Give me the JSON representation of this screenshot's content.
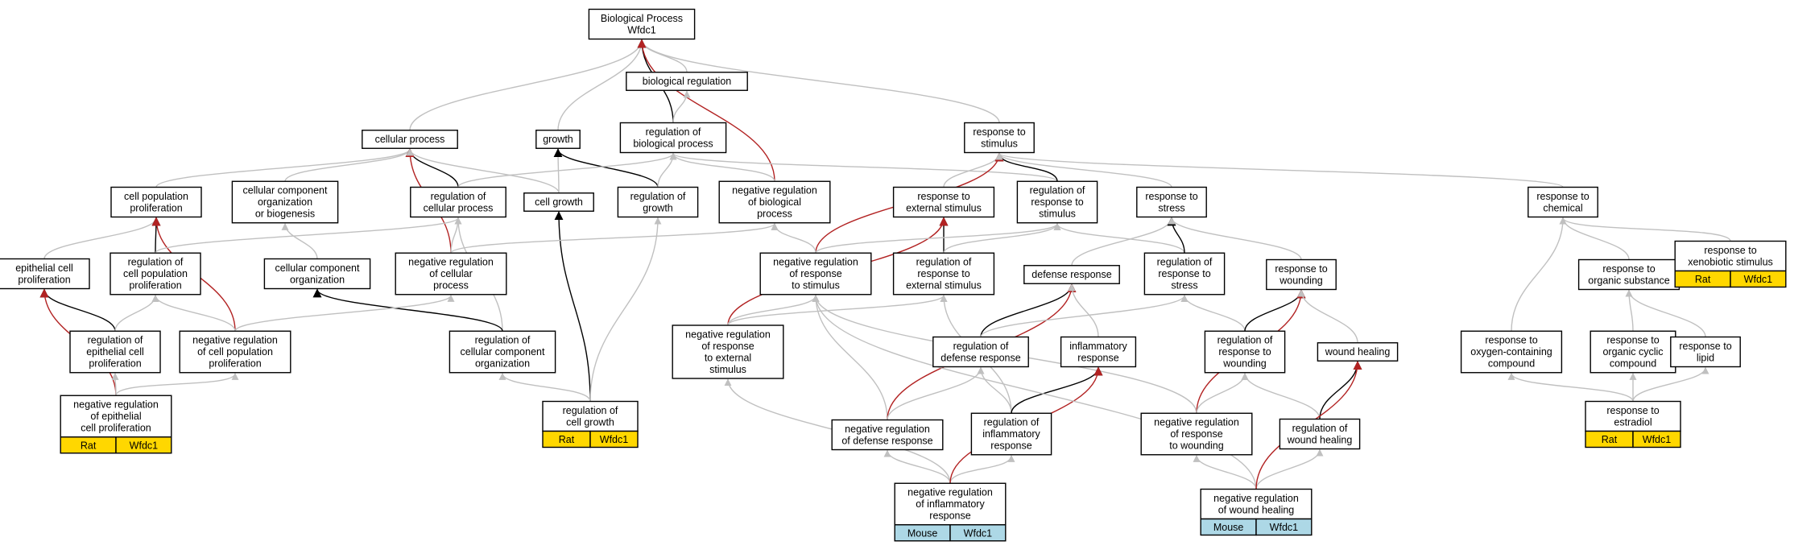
{
  "colors": {
    "grey_edge": "#c0c0c0",
    "black_edge": "#000000",
    "red_edge": "#b22222",
    "rat_tag": "#ffd700",
    "mouse_tag": "#add8e6"
  },
  "nodes": [
    {
      "id": "bp",
      "lines": [
        "Biological Process",
        "Wfdc1"
      ]
    },
    {
      "id": "bioreg",
      "lines": [
        "biological regulation"
      ]
    },
    {
      "id": "cellproc",
      "lines": [
        "cellular process"
      ]
    },
    {
      "id": "growth",
      "lines": [
        "growth"
      ]
    },
    {
      "id": "regbp",
      "lines": [
        "regulation of",
        "biological process"
      ]
    },
    {
      "id": "respstim",
      "lines": [
        "response to",
        "stimulus"
      ]
    },
    {
      "id": "cellpop",
      "lines": [
        "cell population",
        "proliferation"
      ]
    },
    {
      "id": "ccorg",
      "lines": [
        "cellular component",
        "organization",
        "or biogenesis"
      ]
    },
    {
      "id": "regcp",
      "lines": [
        "regulation of",
        "cellular process"
      ]
    },
    {
      "id": "cellgrowth",
      "lines": [
        "cell growth"
      ]
    },
    {
      "id": "reggrowth",
      "lines": [
        "regulation of",
        "growth"
      ]
    },
    {
      "id": "negregbp",
      "lines": [
        "negative regulation",
        "of biological",
        "process"
      ]
    },
    {
      "id": "respext",
      "lines": [
        "response to",
        "external stimulus"
      ]
    },
    {
      "id": "regrespstim",
      "lines": [
        "regulation of",
        "response to",
        "stimulus"
      ]
    },
    {
      "id": "respstress",
      "lines": [
        "response to",
        "stress"
      ]
    },
    {
      "id": "respchem",
      "lines": [
        "response to",
        "chemical"
      ]
    },
    {
      "id": "epiprolif",
      "lines": [
        "epithelial cell",
        "proliferation"
      ]
    },
    {
      "id": "regcellpop",
      "lines": [
        "regulation of",
        "cell population",
        "proliferation"
      ]
    },
    {
      "id": "ccorg2",
      "lines": [
        "cellular component",
        "organization"
      ]
    },
    {
      "id": "negregcp",
      "lines": [
        "negative regulation",
        "of cellular",
        "process"
      ]
    },
    {
      "id": "negregrespstim",
      "lines": [
        "negative regulation",
        "of response",
        "to stimulus"
      ]
    },
    {
      "id": "regrespext",
      "lines": [
        "regulation of",
        "response to",
        "external stimulus"
      ]
    },
    {
      "id": "defresp",
      "lines": [
        "defense response"
      ]
    },
    {
      "id": "regrespstress",
      "lines": [
        "regulation of",
        "response to",
        "stress"
      ]
    },
    {
      "id": "respwound",
      "lines": [
        "response to",
        "wounding"
      ]
    },
    {
      "id": "resporgsub",
      "lines": [
        "response to",
        "organic substance"
      ]
    },
    {
      "id": "respxeno",
      "lines": [
        "response to",
        "xenobiotic stimulus"
      ],
      "tag": {
        "species": "Rat",
        "gene": "Wfdc1"
      }
    },
    {
      "id": "regepi",
      "lines": [
        "regulation of",
        "epithelial cell",
        "proliferation"
      ]
    },
    {
      "id": "negregcellpop",
      "lines": [
        "negative regulation",
        "of cell population",
        "proliferation"
      ]
    },
    {
      "id": "regccorg",
      "lines": [
        "regulation of",
        "cellular component",
        "organization"
      ]
    },
    {
      "id": "negregrespext",
      "lines": [
        "negative regulation",
        "of response",
        "to external",
        "stimulus"
      ]
    },
    {
      "id": "regdef",
      "lines": [
        "regulation of",
        "defense response"
      ]
    },
    {
      "id": "inflam",
      "lines": [
        "inflammatory",
        "response"
      ]
    },
    {
      "id": "regrespwound",
      "lines": [
        "regulation of",
        "response to",
        "wounding"
      ]
    },
    {
      "id": "woundheal",
      "lines": [
        "wound healing"
      ]
    },
    {
      "id": "respoxy",
      "lines": [
        "response to",
        "oxygen-containing",
        "compound"
      ]
    },
    {
      "id": "resporgcyc",
      "lines": [
        "response to",
        "organic cyclic",
        "compound"
      ]
    },
    {
      "id": "resplipid",
      "lines": [
        "response to",
        "lipid"
      ]
    },
    {
      "id": "negregepi",
      "lines": [
        "negative regulation",
        "of epithelial",
        "cell proliferation"
      ],
      "tag": {
        "species": "Rat",
        "gene": "Wfdc1"
      }
    },
    {
      "id": "regcellgrowth",
      "lines": [
        "regulation of",
        "cell growth"
      ],
      "tag": {
        "species": "Rat",
        "gene": "Wfdc1"
      }
    },
    {
      "id": "negregdef",
      "lines": [
        "negative regulation",
        "of defense response"
      ]
    },
    {
      "id": "reginflam",
      "lines": [
        "regulation of",
        "inflammatory",
        "response"
      ]
    },
    {
      "id": "negregrespwound",
      "lines": [
        "negative regulation",
        "of response",
        "to wounding"
      ]
    },
    {
      "id": "regwoundheal",
      "lines": [
        "regulation of",
        "wound healing"
      ]
    },
    {
      "id": "respestradiol",
      "lines": [
        "response to",
        "estradiol"
      ],
      "tag": {
        "species": "Rat",
        "gene": "Wfdc1"
      }
    },
    {
      "id": "negreginflam",
      "lines": [
        "negative regulation",
        "of inflammatory",
        "response"
      ],
      "tag": {
        "species": "Mouse",
        "gene": "Wfdc1"
      }
    },
    {
      "id": "negregwoundheal",
      "lines": [
        "negative regulation",
        "of wound healing"
      ],
      "tag": {
        "species": "Mouse",
        "gene": "Wfdc1"
      }
    }
  ],
  "edges": [
    {
      "from": "bioreg",
      "to": "bp",
      "type": "is_a"
    },
    {
      "from": "cellproc",
      "to": "bp",
      "type": "is_a"
    },
    {
      "from": "growth",
      "to": "bp",
      "type": "is_a"
    },
    {
      "from": "regbp",
      "to": "bp",
      "type": "regulates"
    },
    {
      "from": "respstim",
      "to": "bp",
      "type": "is_a"
    },
    {
      "from": "negregbp",
      "to": "bp",
      "type": "negatively_regulates"
    },
    {
      "from": "regbp",
      "to": "bioreg",
      "type": "is_a"
    },
    {
      "from": "cellpop",
      "to": "cellproc",
      "type": "is_a"
    },
    {
      "from": "ccorg",
      "to": "cellproc",
      "type": "is_a"
    },
    {
      "from": "regcp",
      "to": "cellproc",
      "type": "regulates"
    },
    {
      "from": "negregcp",
      "to": "cellproc",
      "type": "negatively_regulates"
    },
    {
      "from": "cellgrowth",
      "to": "cellproc",
      "type": "is_a"
    },
    {
      "from": "cellgrowth",
      "to": "growth",
      "type": "is_a"
    },
    {
      "from": "reggrowth",
      "to": "growth",
      "type": "regulates"
    },
    {
      "from": "regcp",
      "to": "regbp",
      "type": "is_a"
    },
    {
      "from": "reggrowth",
      "to": "regbp",
      "type": "is_a"
    },
    {
      "from": "negregbp",
      "to": "regbp",
      "type": "is_a"
    },
    {
      "from": "regrespstim",
      "to": "regbp",
      "type": "is_a"
    },
    {
      "from": "respext",
      "to": "respstim",
      "type": "is_a"
    },
    {
      "from": "regrespstim",
      "to": "respstim",
      "type": "regulates"
    },
    {
      "from": "negregrespstim",
      "to": "respstim",
      "type": "negatively_regulates"
    },
    {
      "from": "respstress",
      "to": "respstim",
      "type": "is_a"
    },
    {
      "from": "respchem",
      "to": "respstim",
      "type": "is_a"
    },
    {
      "from": "epiprolif",
      "to": "cellpop",
      "type": "is_a"
    },
    {
      "from": "regcellpop",
      "to": "cellpop",
      "type": "regulates"
    },
    {
      "from": "negregcellpop",
      "to": "cellpop",
      "type": "negatively_regulates"
    },
    {
      "from": "ccorg2",
      "to": "ccorg",
      "type": "is_a"
    },
    {
      "from": "regcellpop",
      "to": "regcp",
      "type": "is_a"
    },
    {
      "from": "negregcp",
      "to": "regcp",
      "type": "is_a"
    },
    {
      "from": "regccorg",
      "to": "regcp",
      "type": "is_a"
    },
    {
      "from": "regcellgrowth",
      "to": "cellgrowth",
      "type": "regulates"
    },
    {
      "from": "regcellgrowth",
      "to": "reggrowth",
      "type": "is_a"
    },
    {
      "from": "negregcp",
      "to": "negregbp",
      "type": "is_a"
    },
    {
      "from": "negregrespstim",
      "to": "negregbp",
      "type": "is_a"
    },
    {
      "from": "regrespext",
      "to": "respext",
      "type": "regulates"
    },
    {
      "from": "negregrespext",
      "to": "respext",
      "type": "negatively_regulates"
    },
    {
      "from": "negregrespstim",
      "to": "regrespstim",
      "type": "is_a"
    },
    {
      "from": "regrespext",
      "to": "regrespstim",
      "type": "is_a"
    },
    {
      "from": "regrespstress",
      "to": "regrespstim",
      "type": "is_a"
    },
    {
      "from": "defresp",
      "to": "respstress",
      "type": "is_a"
    },
    {
      "from": "regrespstress",
      "to": "respstress",
      "type": "regulates"
    },
    {
      "from": "respwound",
      "to": "respstress",
      "type": "is_a"
    },
    {
      "from": "resporgsub",
      "to": "respchem",
      "type": "is_a"
    },
    {
      "from": "respoxy",
      "to": "respchem",
      "type": "is_a"
    },
    {
      "from": "respxeno",
      "to": "respchem",
      "type": "is_a"
    },
    {
      "from": "regepi",
      "to": "epiprolif",
      "type": "regulates"
    },
    {
      "from": "negregepi",
      "to": "epiprolif",
      "type": "negatively_regulates"
    },
    {
      "from": "regepi",
      "to": "regcellpop",
      "type": "is_a"
    },
    {
      "from": "negregcellpop",
      "to": "regcellpop",
      "type": "is_a"
    },
    {
      "from": "regccorg",
      "to": "ccorg2",
      "type": "regulates"
    },
    {
      "from": "negregcellpop",
      "to": "negregcp",
      "type": "is_a"
    },
    {
      "from": "negregrespext",
      "to": "negregrespstim",
      "type": "is_a"
    },
    {
      "from": "negregdef",
      "to": "negregrespstim",
      "type": "is_a"
    },
    {
      "from": "negregrespext",
      "to": "regrespext",
      "type": "is_a"
    },
    {
      "from": "reginflam",
      "to": "regrespext",
      "type": "is_a"
    },
    {
      "from": "regdef",
      "to": "defresp",
      "type": "regulates"
    },
    {
      "from": "negregdef",
      "to": "defresp",
      "type": "negatively_regulates"
    },
    {
      "from": "inflam",
      "to": "defresp",
      "type": "is_a"
    },
    {
      "from": "regdef",
      "to": "regrespstress",
      "type": "is_a"
    },
    {
      "from": "regrespwound",
      "to": "regrespstress",
      "type": "is_a"
    },
    {
      "from": "negregrespwound",
      "to": "negregrespstim",
      "type": "is_a"
    },
    {
      "from": "regrespwound",
      "to": "respwound",
      "type": "regulates"
    },
    {
      "from": "negregrespwound",
      "to": "respwound",
      "type": "negatively_regulates"
    },
    {
      "from": "woundheal",
      "to": "respwound",
      "type": "is_a"
    },
    {
      "from": "resporgcyc",
      "to": "resporgsub",
      "type": "is_a"
    },
    {
      "from": "resplipid",
      "to": "resporgsub",
      "type": "is_a"
    },
    {
      "from": "negregepi",
      "to": "regepi",
      "type": "is_a"
    },
    {
      "from": "negregepi",
      "to": "negregcellpop",
      "type": "is_a"
    },
    {
      "from": "regcellgrowth",
      "to": "regccorg",
      "type": "is_a"
    },
    {
      "from": "negregdef",
      "to": "regdef",
      "type": "is_a"
    },
    {
      "from": "reginflam",
      "to": "regdef",
      "type": "is_a"
    },
    {
      "from": "reginflam",
      "to": "inflam",
      "type": "regulates"
    },
    {
      "from": "negregrespwound",
      "to": "regrespwound",
      "type": "is_a"
    },
    {
      "from": "regwoundheal",
      "to": "regrespwound",
      "type": "is_a"
    },
    {
      "from": "regwoundheal",
      "to": "woundheal",
      "type": "regulates"
    },
    {
      "from": "respestradiol",
      "to": "respoxy",
      "type": "is_a"
    },
    {
      "from": "respestradiol",
      "to": "resporgcyc",
      "type": "is_a"
    },
    {
      "from": "respestradiol",
      "to": "resplipid",
      "type": "is_a"
    },
    {
      "from": "negreginflam",
      "to": "negregrespext",
      "type": "is_a"
    },
    {
      "from": "negreginflam",
      "to": "negregdef",
      "type": "is_a"
    },
    {
      "from": "negreginflam",
      "to": "reginflam",
      "type": "is_a"
    },
    {
      "from": "negreginflam",
      "to": "inflam",
      "type": "negatively_regulates"
    },
    {
      "from": "negregwoundheal",
      "to": "negregrespstim",
      "type": "is_a"
    },
    {
      "from": "negregwoundheal",
      "to": "negregrespwound",
      "type": "is_a"
    },
    {
      "from": "negregwoundheal",
      "to": "regwoundheal",
      "type": "is_a"
    },
    {
      "from": "negregwoundheal",
      "to": "woundheal",
      "type": "negatively_regulates"
    }
  ]
}
